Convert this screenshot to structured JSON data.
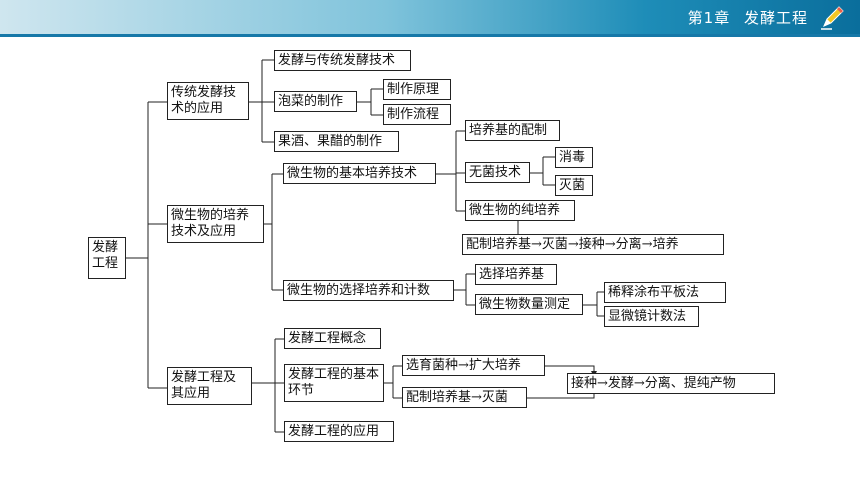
{
  "header": {
    "chapter": "第1章",
    "title": "发酵工程",
    "icon": "pencil-icon"
  },
  "colors": {
    "accent": "#1678a8",
    "line": "#222222"
  },
  "diagram": {
    "root": "发酵工程",
    "branch1": {
      "label": "传统发酵技术的应用",
      "child1": "发酵与传统发酵技术",
      "child2": "泡菜的制作",
      "child2a": "制作原理",
      "child2b": "制作流程",
      "child3": "果酒、果醋的制作"
    },
    "branch2": {
      "label": "微生物的培养技术及应用",
      "basic": "微生物的基本培养技术",
      "medium": "培养基的配制",
      "sterile": "无菌技术",
      "disinfect": "消毒",
      "sterilize": "灭菌",
      "pure": "微生物的纯培养",
      "process": "配制培养基→灭菌→接种→分离→培养",
      "select": "微生物的选择培养和计数",
      "select_medium": "选择培养基",
      "count": "微生物数量测定",
      "count_a": "稀释涂布平板法",
      "count_b": "显微镜计数法"
    },
    "branch3": {
      "label": "发酵工程及其应用",
      "concept": "发酵工程概念",
      "steps": "发酵工程的基本环节",
      "breed": "选育菌种→扩大培养",
      "prep": "配制培养基→灭菌",
      "flow": "接种→发酵→分离、提纯产物",
      "apply": "发酵工程的应用"
    }
  }
}
